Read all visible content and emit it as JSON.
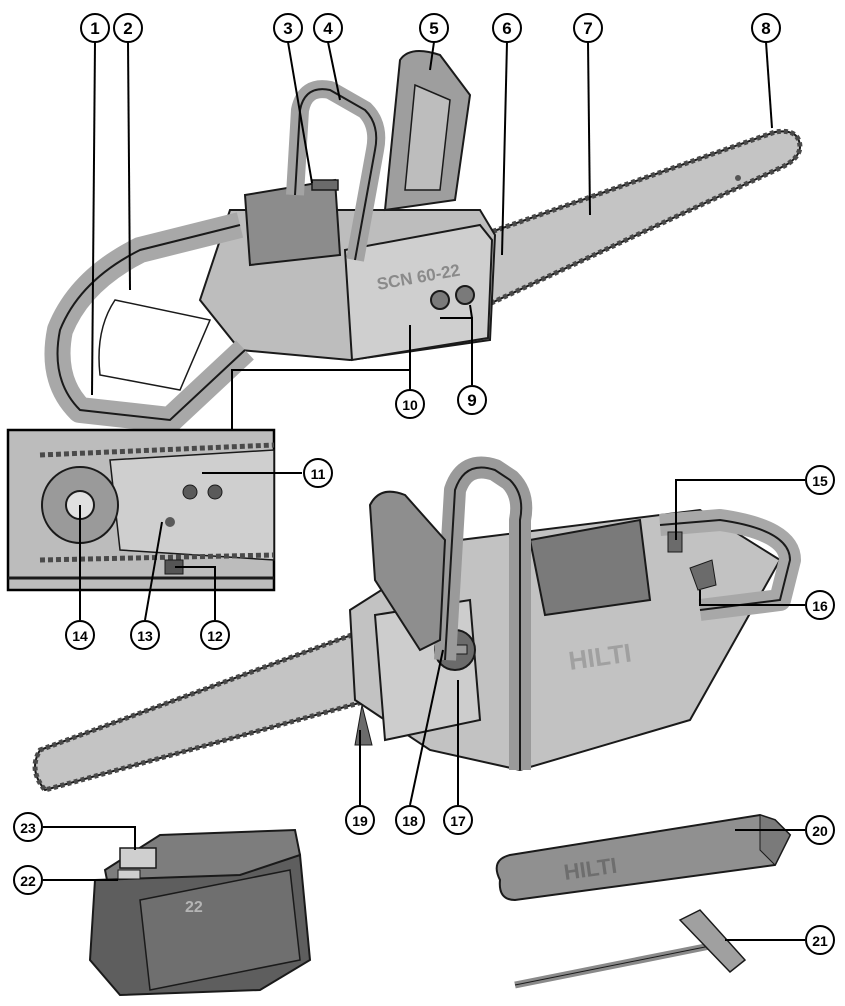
{
  "brand_text": {
    "model_marking": "SCN 60-22",
    "battery_marking": "22",
    "logo_marking": "HILTI",
    "handle_logo_marking": "HILTI"
  },
  "callouts": {
    "c1": "1",
    "c2": "2",
    "c3": "3",
    "c4": "4",
    "c5": "5",
    "c6": "6",
    "c7": "7",
    "c8": "8",
    "c9": "9",
    "c10": "10",
    "c11": "11",
    "c12": "12",
    "c13": "13",
    "c14": "14",
    "c15": "15",
    "c16": "16",
    "c17": "17",
    "c18": "18",
    "c19": "19",
    "c20": "20",
    "c21": "21",
    "c22": "22",
    "c23": "23"
  },
  "colors": {
    "body_light": "#c9c9c9",
    "body_mid": "#a6a6a6",
    "body_dark": "#6b6b6b",
    "outline": "#1a1a1a",
    "chain": "#4a4a4a"
  }
}
